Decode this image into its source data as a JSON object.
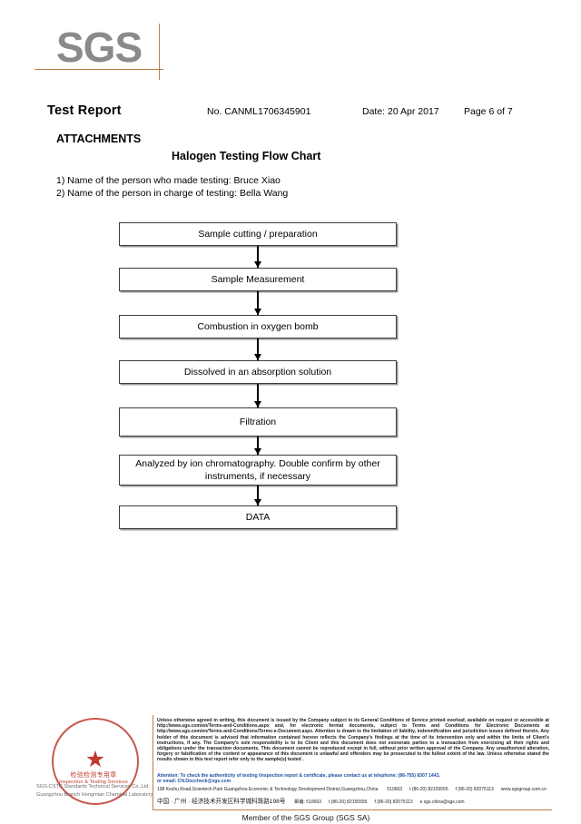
{
  "logo": {
    "wordmark": "SGS"
  },
  "header": {
    "title": "Test Report",
    "report_no": "No. CANML1706345901",
    "date": "Date: 20 Apr 2017",
    "page": "Page 6 of 7"
  },
  "attachments": {
    "label": "ATTACHMENTS",
    "chart_title": "Halogen Testing Flow Chart",
    "notes": [
      "1) Name of the person who made testing: Bruce Xiao",
      "2) Name of the person in charge of testing: Bella Wang"
    ]
  },
  "flow_chart": {
    "steps": [
      {
        "label": "Sample cutting / preparation",
        "height": 26
      },
      {
        "label": "Sample Measurement",
        "height": 26
      },
      {
        "label": "Combustion in oxygen bomb",
        "height": 26
      },
      {
        "label": "Dissolved in an absorption solution",
        "height": 26
      },
      {
        "label": "Filtration",
        "height": 32
      },
      {
        "label": "Analyzed by ion chromatography. Double confirm by other instruments, if necessary",
        "height": 34
      },
      {
        "label": "DATA",
        "height": 26
      }
    ]
  },
  "footer": {
    "stamp": {
      "star": "★",
      "cn_text": "检验检测专用章",
      "en_text": "Inspection & Testing Services"
    },
    "company_line_1": "SGS-CSTC Standards Technical Services Co.,Ltd.",
    "company_line_2": "Guangzhou Branch Hongmian Chemical Laboratory",
    "legal_text": "Unless otherwise agreed in writing, this document is issued by the Company subject to its General Conditions of Service printed overleaf, available on request or accessible at http://www.sgs.com/en/Terms-and-Conditions.aspx and, for electronic format documents, subject to Terms and Conditions for Electronic Documents at http://www.sgs.com/en/Terms-and-Conditions/Terms-e-Document.aspx. Attention is drawn to the limitation of liability, indemnification and jurisdiction issues defined therein. Any holder of this document is advised that information contained hereon reflects the Company's findings at the time of its intervention only and within the limits of Client's instructions, if any. The Company's sole responsibility is to its Client and this document does not exonerate parties to a transaction from exercising all their rights and obligations under the transaction documents. This document cannot be reproduced except in full, without prior written approval of the Company. Any unauthorized alteration, forgery or falsification of the content or appearance of this document is unlawful and offenders may be prosecuted to the fullest extent of the law. Unless otherwise stated the results shown in this test report refer only to the sample(s) tested .",
    "attention_line_1": "Attention: To check the authenticity of testing /inspection report & certificate, please contact us at telephone: (86-755) 8307 1443,",
    "attention_line_2": "or email: CN.Doccheck@sgs.com",
    "address_en": "198 Kezhu Road,Scientech Park Guangzhou Economic & Technology Development District,Guangzhou,China",
    "postcode_en": "510663",
    "tel_en": "t (86-20) 82155555",
    "fax_en": "f (86-20) 82075113",
    "web_en": "www.sgsgroup.com.cn",
    "address_cn": "中国 · 广州 · 经济技术开发区科学城科珠路198号",
    "postcode_cn": "邮编: 510663",
    "tel_cn": "t (86-20) 82155555",
    "fax_cn": "f (86-20) 82075113",
    "email_cn": "e sgs.china@sgs.com",
    "member_line": "Member of the SGS Group (SGS SA)"
  }
}
